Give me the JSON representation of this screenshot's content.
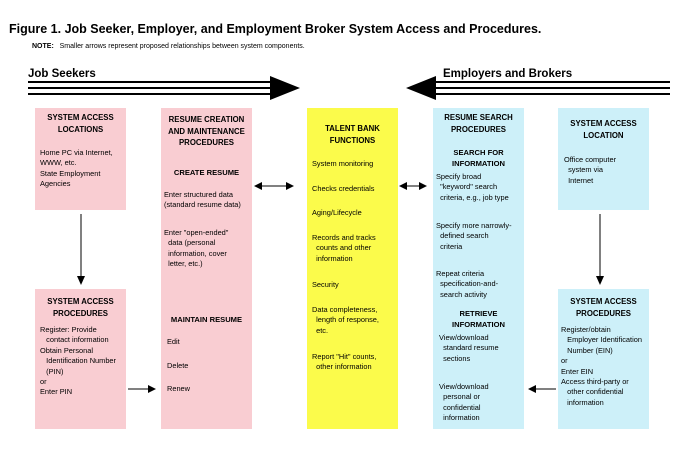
{
  "title": "Figure 1.  Job Seeker, Employer, and Employment Broker System Access and Procedures.",
  "note": {
    "label": "NOTE:",
    "text": "Smaller arrows represent proposed relationships between system components."
  },
  "headers": {
    "left": "Job Seekers",
    "right": "Employers and Brokers"
  },
  "colors": {
    "pink": "#f9cdd2",
    "yellow": "#fbfb4b",
    "cyan": "#cdf0f9"
  },
  "seeker_access_locations": {
    "heading": "SYSTEM ACCESS\nLOCATIONS",
    "body": "Home PC via Internet,\nWWW, etc.\nState Employment\nAgencies"
  },
  "seeker_access_procedures": {
    "heading": "SYSTEM ACCESS\nPROCEDURES",
    "body": "Register: Provide\n   contact information\nObtain Personal\n   Identification Number\n   (PIN)\nor\nEnter PIN"
  },
  "resume_creation": {
    "heading": "RESUME CREATION\nAND MAINTENANCE\nPROCEDURES",
    "create_heading": "CREATE RESUME",
    "create_item1": "Enter structured data\n(standard resume data)",
    "create_item2": "Enter \"open-ended\"\n  data (personal\n  information, cover\n  letter, etc.)",
    "maintain_heading": "MAINTAIN RESUME",
    "maintain_item1": "Edit",
    "maintain_item2": "Delete",
    "maintain_item3": "Renew"
  },
  "talent_bank": {
    "heading": "TALENT BANK\nFUNCTIONS",
    "items": [
      "System monitoring",
      "Checks credentials",
      "Aging/Lifecycle",
      "Records and tracks\n  counts and other\n  information",
      "Security",
      "Data completeness,\n  length of response,\n  etc.",
      "Report \"Hit\" counts,\n  other information"
    ]
  },
  "resume_search": {
    "heading": "RESUME SEARCH\nPROCEDURES",
    "search_heading": "SEARCH FOR\nINFORMATION",
    "search_item1": "Specify broad\n  \"keyword\" search\n  criteria, e.g., job type",
    "search_item2": "Specify more narrowly-\n  defined search\n  criteria",
    "search_item3": "Repeat criteria\n  specification-and-\n  search activity",
    "retrieve_heading": "RETRIEVE\nINFORMATION",
    "retrieve_item1": "View/download\n  standard resume\n  sections",
    "retrieve_item2": "View/download\n  personal or\n  confidential\n  information"
  },
  "employer_access_location": {
    "heading": "SYSTEM ACCESS\nLOCATION",
    "body": "Office computer\n  system via\n  Internet"
  },
  "employer_access_procedures": {
    "heading": "SYSTEM ACCESS\nPROCEDURES",
    "body": "Register/obtain\n   Employer Identification\n   Number (EIN)\nor\nEnter EIN\nAccess third-party or\n   other confidential\n   information"
  }
}
